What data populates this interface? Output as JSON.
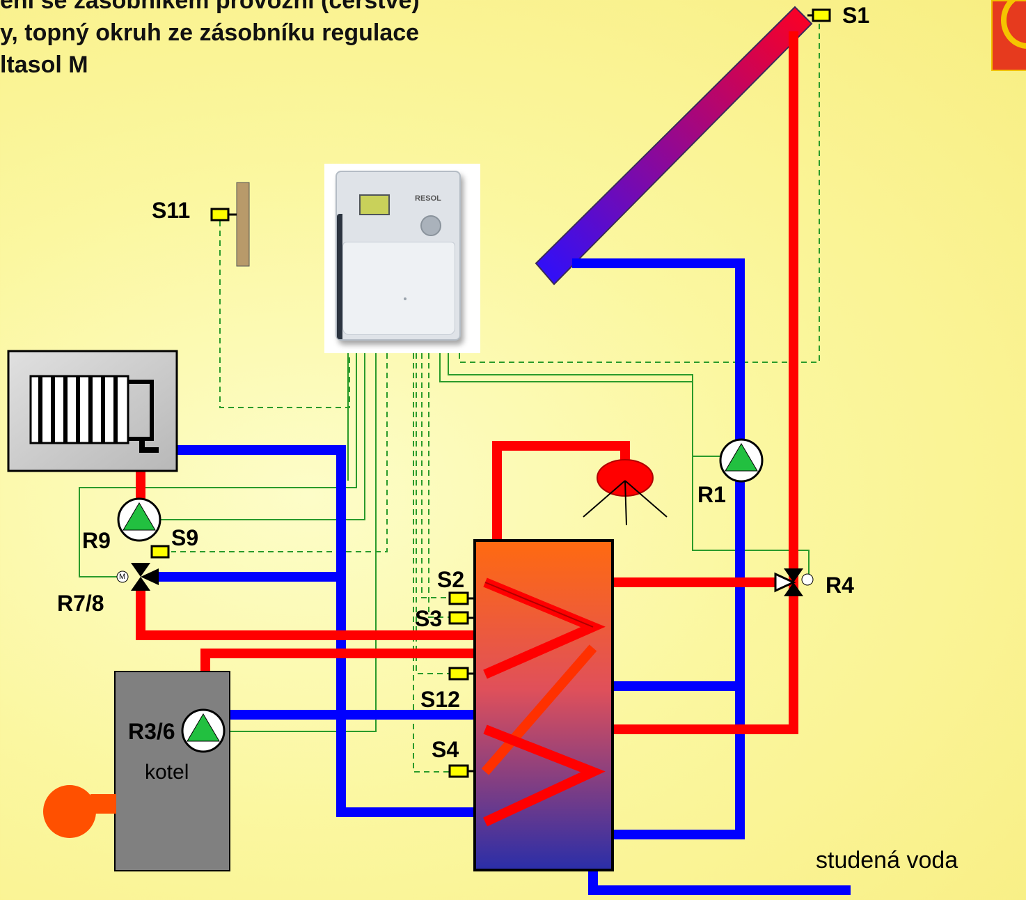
{
  "title_lines": [
    "ení se zásobníkem provozní (čerstvé)",
    "y, topný okruh ze zásobníku regulace",
    "ltasol M"
  ],
  "labels": {
    "s1": "S1",
    "s11": "S11",
    "s2": "S2",
    "s3": "S3",
    "s12": "S12",
    "s4": "S4",
    "s9": "S9",
    "r1": "R1",
    "r4": "R4",
    "r9": "R9",
    "r78": "R7/8",
    "r36": "R3/6",
    "boiler": "kotel",
    "cold_water": "studená voda",
    "motor": "M"
  },
  "controller": {
    "brand": "RESOL"
  },
  "colors": {
    "hot": "#ff0000",
    "cold": "#0000ff",
    "signal": "#2a9a2a",
    "sensor": "#ffff00",
    "pump": "#22c040"
  }
}
